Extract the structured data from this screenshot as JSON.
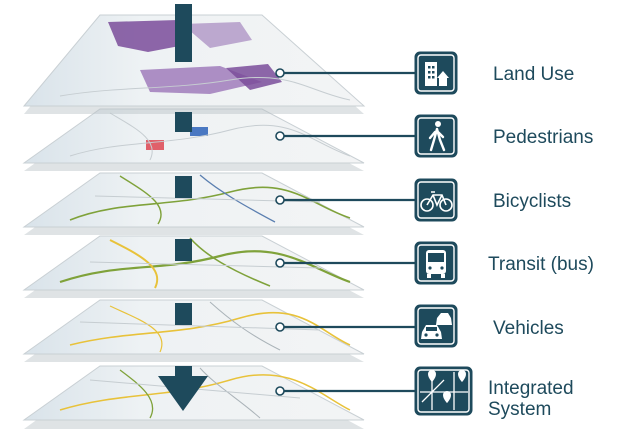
{
  "layers": [
    {
      "label_lines": [
        "Land Use"
      ],
      "icon": "building-house-icon"
    },
    {
      "label_lines": [
        "Pedestrians"
      ],
      "icon": "pedestrian-icon"
    },
    {
      "label_lines": [
        "Bicyclists"
      ],
      "icon": "bicycle-icon"
    },
    {
      "label_lines": [
        "Transit (bus)"
      ],
      "icon": "bus-icon"
    },
    {
      "label_lines": [
        "Vehicles"
      ],
      "icon": "cars-icon"
    },
    {
      "label_lines": [
        "Integrated",
        "System"
      ],
      "icon": "map-pins-icon"
    }
  ],
  "colors": {
    "accent": "#1e4a5c",
    "map_base": "#eef1f3",
    "water": "#dfe8ee",
    "land_use_purple": "#7a4c9a",
    "route_green": "#7fa23a",
    "route_yellow": "#e8c23a",
    "pedestrian_blue": "#4a78c2",
    "pedestrian_red": "#e0606a"
  }
}
